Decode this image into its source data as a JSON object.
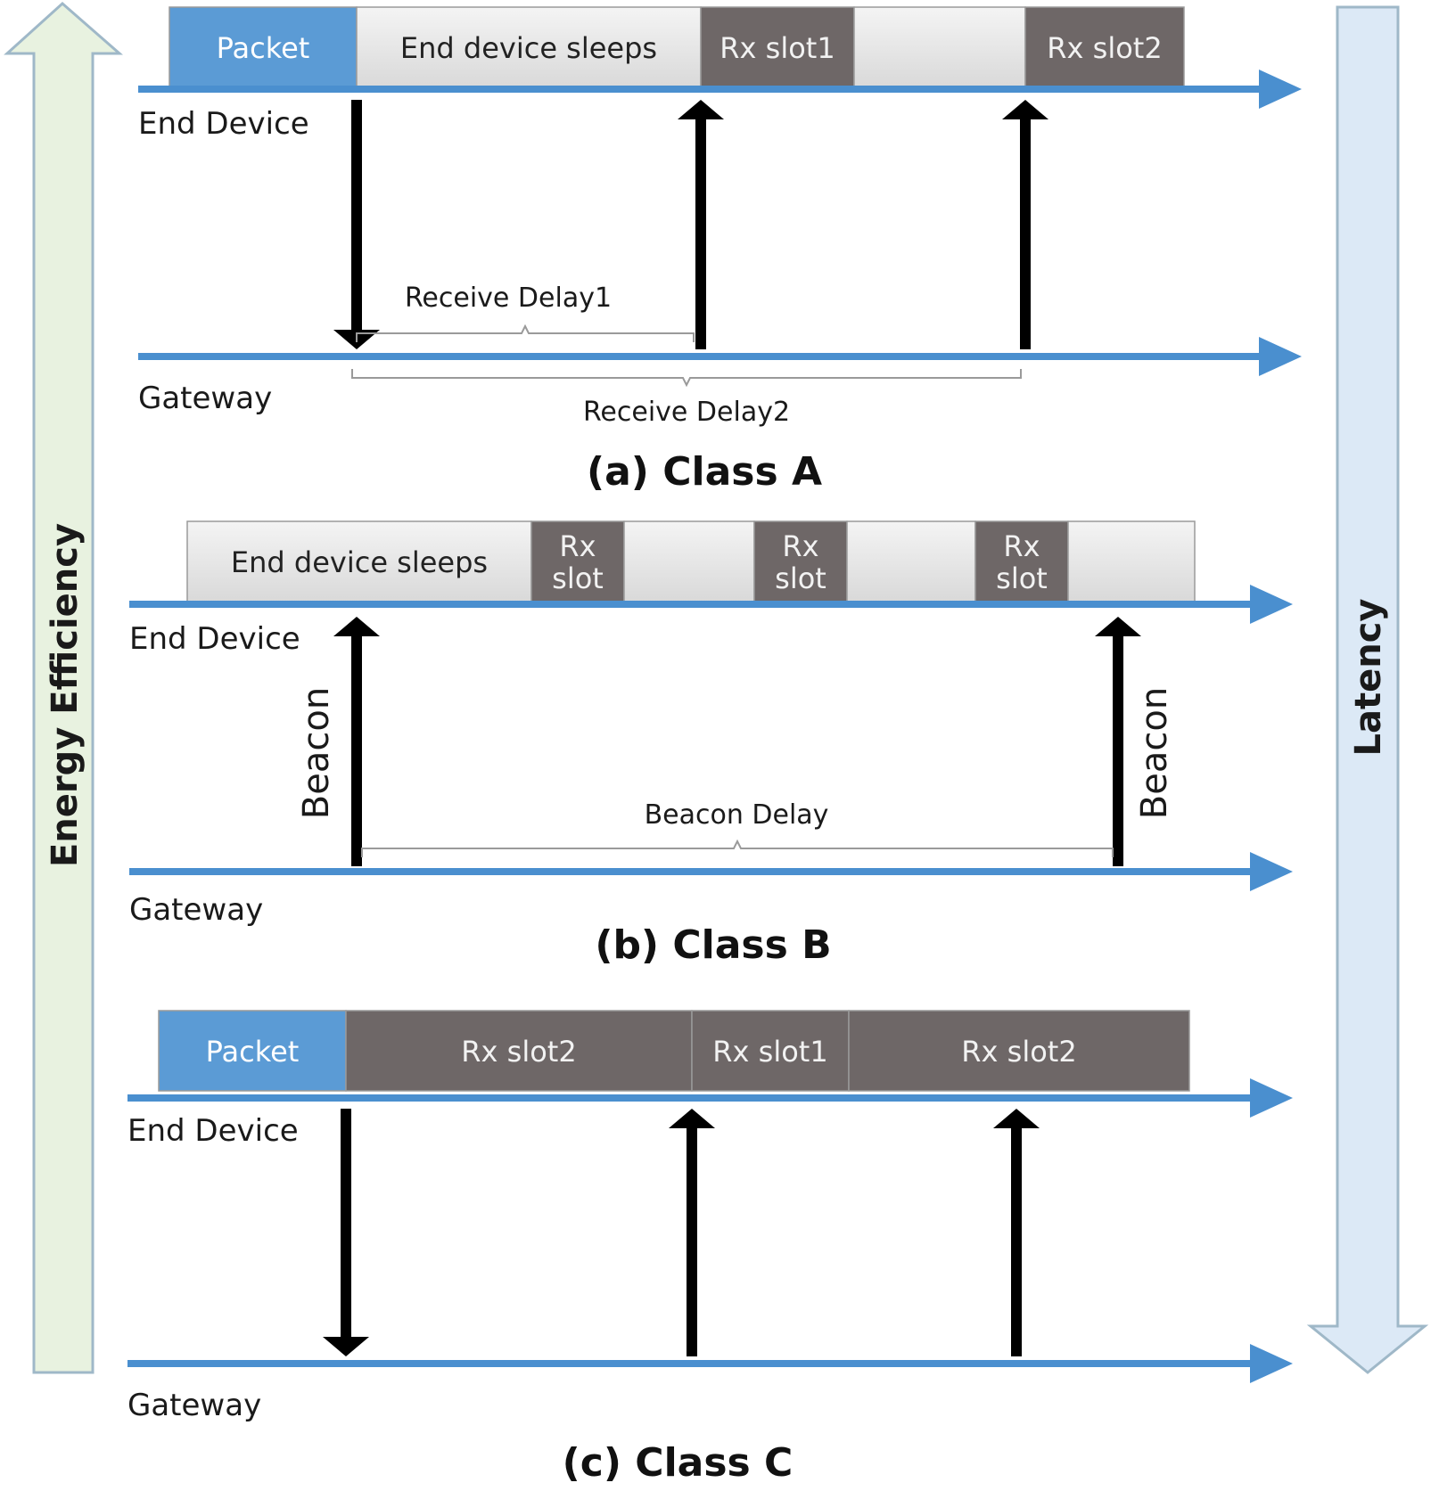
{
  "side_arrows": {
    "left": {
      "label": "Energy Efficiency",
      "fill": "#e8f2e0",
      "stroke": "#9fb8c8"
    },
    "right": {
      "label": "Latency",
      "fill": "#dce9f6",
      "stroke": "#9fb8c8"
    }
  },
  "colors": {
    "timeline": "#4a8fcf",
    "packet": "#5b9bd5",
    "sleep": "#e6e6e6",
    "rx": "#6e6767",
    "rx_text": "#f2f2f2",
    "packet_text": "#ffffff",
    "sleep_text": "#222222",
    "signal": "#000000",
    "brace": "#9a9a9a"
  },
  "panels": [
    {
      "id": "class-a",
      "title": "(a) Class A",
      "end_device_label": "End Device",
      "gateway_label": "Gateway",
      "segments": [
        {
          "kind": "packet",
          "label": "Packet"
        },
        {
          "kind": "sleep",
          "label": "End device sleeps"
        },
        {
          "kind": "rx",
          "label": "Rx slot1"
        },
        {
          "kind": "sleep",
          "label": ""
        },
        {
          "kind": "rx",
          "label": "Rx slot2"
        }
      ],
      "braces": [
        {
          "label": "Receive Delay1"
        },
        {
          "label": "Receive Delay2"
        }
      ]
    },
    {
      "id": "class-b",
      "title": "(b) Class B",
      "end_device_label": "End Device",
      "gateway_label": "Gateway",
      "segments": [
        {
          "kind": "sleep",
          "label": "End device sleeps"
        },
        {
          "kind": "rx",
          "label": "Rx slot"
        },
        {
          "kind": "sleep",
          "label": ""
        },
        {
          "kind": "rx",
          "label": "Rx slot"
        },
        {
          "kind": "sleep",
          "label": ""
        },
        {
          "kind": "rx",
          "label": "Rx slot"
        },
        {
          "kind": "sleep",
          "label": ""
        }
      ],
      "beacon_labels": [
        "Beacon",
        "Beacon"
      ],
      "braces": [
        {
          "label": "Beacon Delay"
        }
      ]
    },
    {
      "id": "class-c",
      "title": "(c) Class C",
      "end_device_label": "End Device",
      "gateway_label": "Gateway",
      "segments": [
        {
          "kind": "packet",
          "label": "Packet"
        },
        {
          "kind": "rx",
          "label": "Rx slot2"
        },
        {
          "kind": "rx",
          "label": "Rx slot1"
        },
        {
          "kind": "rx",
          "label": "Rx slot2"
        }
      ]
    }
  ]
}
